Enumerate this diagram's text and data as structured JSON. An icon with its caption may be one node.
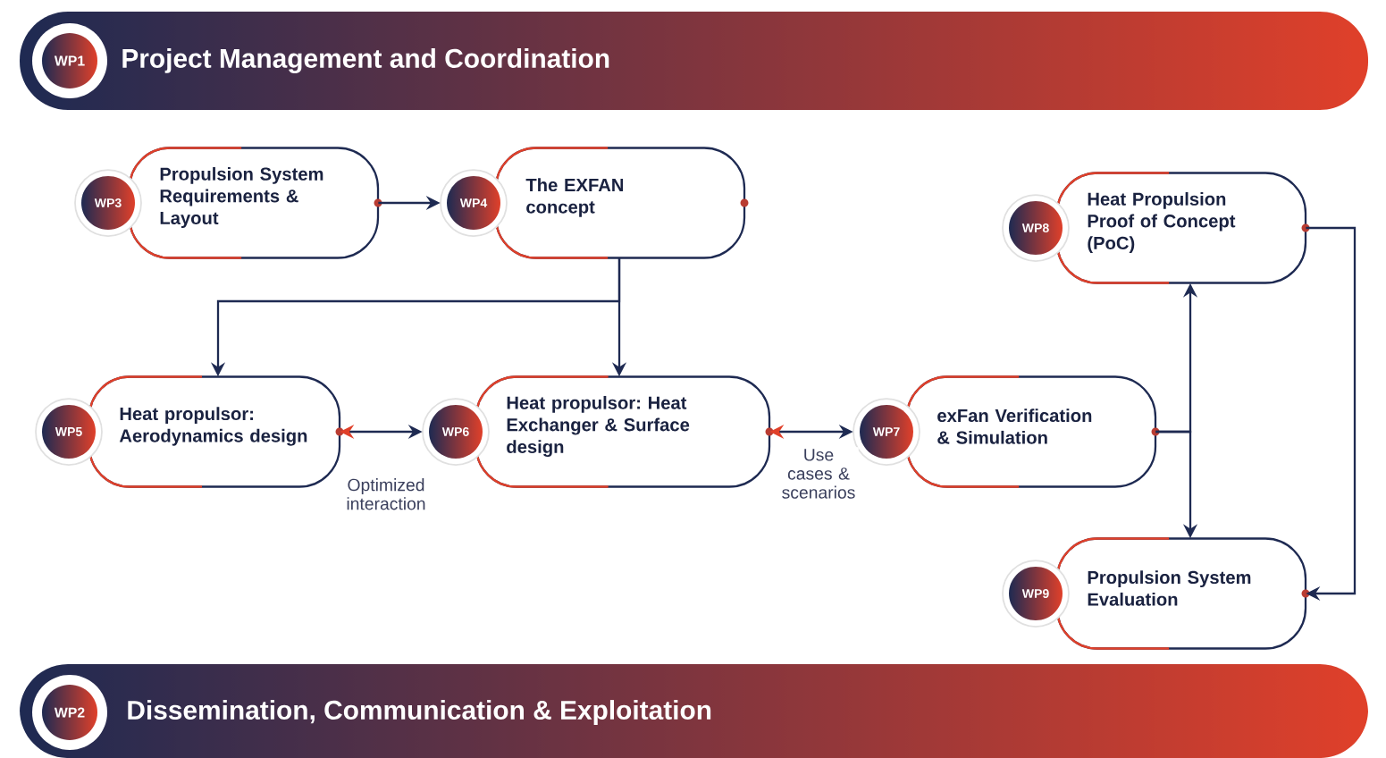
{
  "diagram": {
    "nodes": [
      {
        "text": [
          "WP1",
          "Project Management and Coordination"
        ]
      },
      {
        "text": [
          "WP3",
          "Propulsion System Requirements & Layout"
        ]
      },
      {
        "text": [
          "WP4",
          "The EXFAN concept"
        ]
      },
      {
        "text": [
          "WP8",
          "Heat Propulsion Proof of Concept (PoC)"
        ]
      },
      {
        "text": [
          "WP5",
          "Heat propulsor: Aerodynamics design"
        ]
      },
      {
        "text": [
          "WP6",
          "Heat propulsor: Heat Exchanger & Surface design"
        ]
      },
      {
        "text": [
          "WP7",
          "exFan Verification & Simulation"
        ]
      },
      {
        "text": [
          "WP9",
          "Propulsion System Evaluation"
        ]
      },
      {
        "text": [
          "WP2",
          "Dissemination, Communication & Exploitation"
        ]
      }
    ],
    "edges": [
      {
        "from": 1,
        "to": 2,
        "arrow": "to"
      },
      {
        "from": 2,
        "to": 4,
        "arrow": "to"
      },
      {
        "from": 2,
        "to": 5,
        "arrow": "to"
      },
      {
        "from": 4,
        "to": 5,
        "arrow": "both",
        "label": "Optimized interaction"
      },
      {
        "from": 5,
        "to": 6,
        "arrow": "both",
        "label": "Use cases & scenarios"
      },
      {
        "from": 6,
        "to": 3,
        "arrow": "to"
      },
      {
        "from": 6,
        "to": 7,
        "arrow": "to"
      },
      {
        "from": 3,
        "to": 7,
        "arrow": "to"
      }
    ]
  }
}
